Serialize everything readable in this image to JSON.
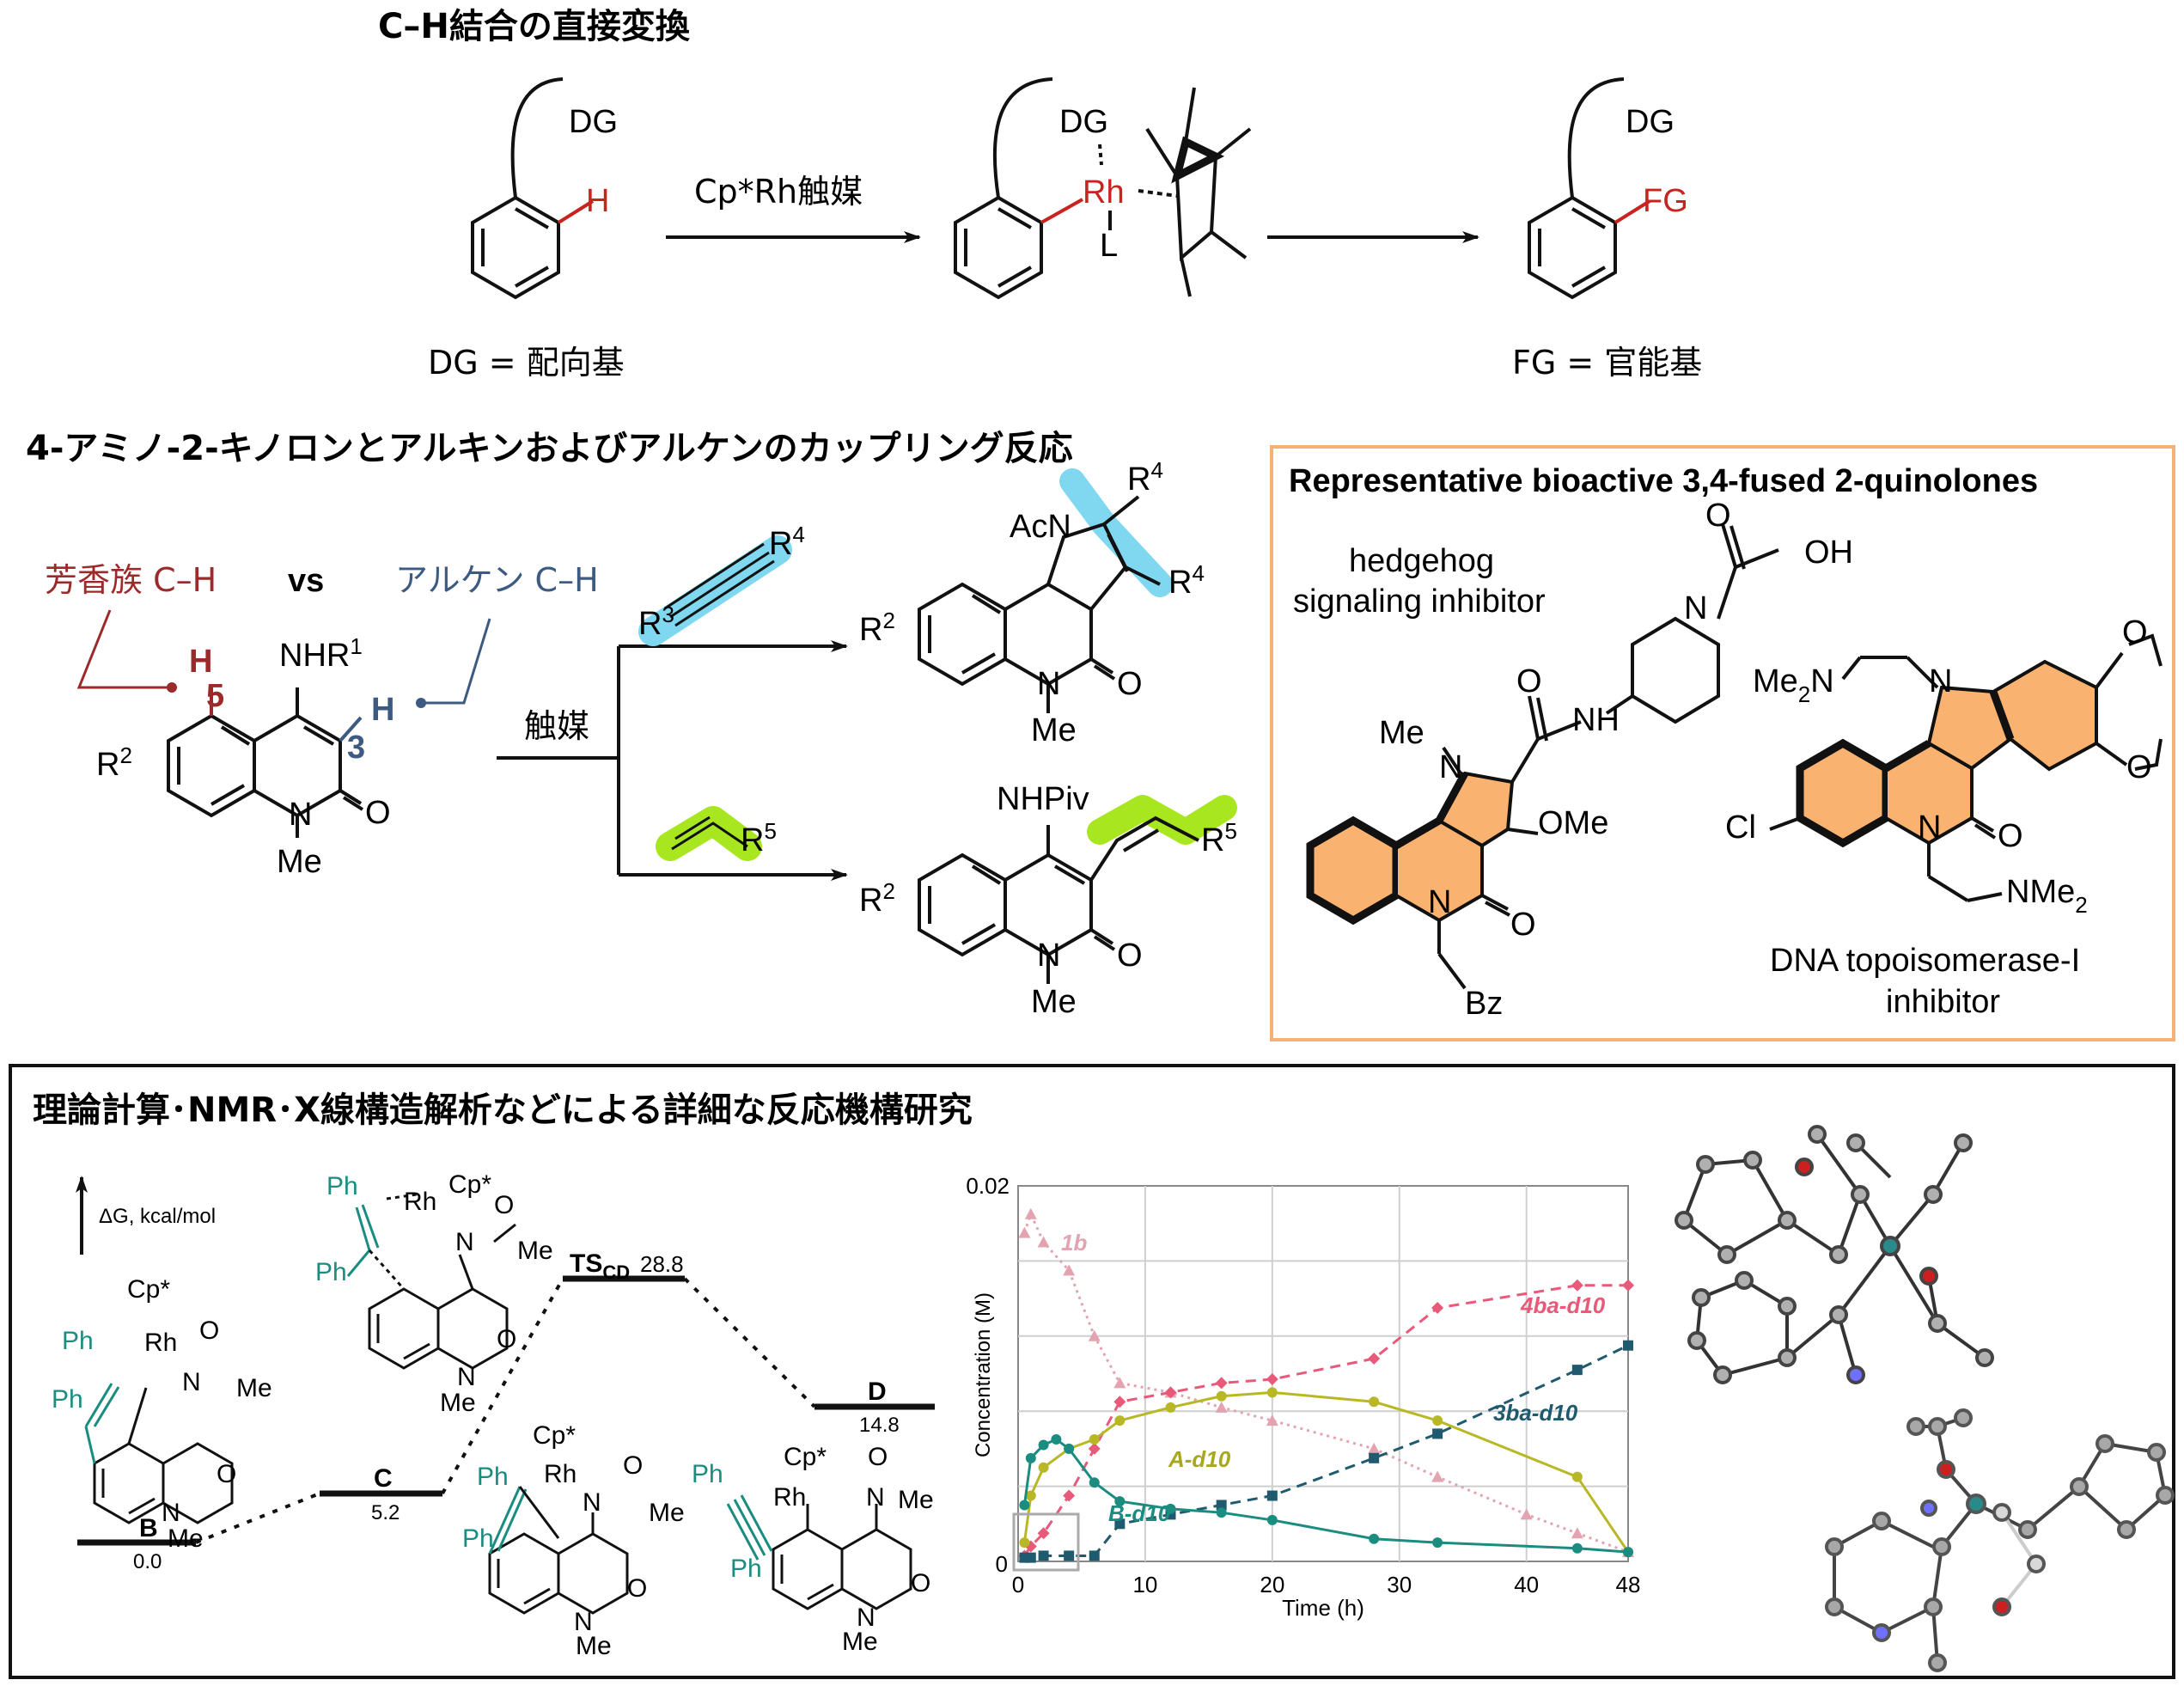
{
  "section1": {
    "title": "C–H結合の直接変換",
    "dg": "DG",
    "h": "H",
    "catalyst": "Cp*Rh触媒",
    "rh": "Rh",
    "l": "L",
    "fg": "FG",
    "dg_def": "DG = 配向基",
    "fg_def": "FG = 官能基"
  },
  "section2": {
    "title": "4-アミノ-2-キノロンとアルキンおよびアルケンのカップリング反応",
    "aromatic_ch": "芳香族 C–H",
    "vs": "vs",
    "alkene_ch": "アルケン C–H",
    "h5": "H",
    "pos5": "5",
    "h3": "H",
    "pos3": "3",
    "nhr": "NHR",
    "nhr_sup": "1",
    "r2": "R",
    "r2_sup": "2",
    "n": "N",
    "o": "O",
    "me": "Me",
    "catalyst": "触媒",
    "r3": "R",
    "r3_sup": "3",
    "r4": "R",
    "r4_sup": "4",
    "r5": "R",
    "r5_sup": "5",
    "acn": "AcN",
    "nhpiv": "NHPiv"
  },
  "bioactive": {
    "title": "Representative bioactive 3,4-fused 2-quinolones",
    "hedgehog_line1": "hedgehog",
    "hedgehog_line2": "signaling inhibitor",
    "oh": "OH",
    "o": "O",
    "nh": "NH",
    "n": "N",
    "me": "Me",
    "ome": "OMe",
    "bz": "Bz",
    "me2n": "Me",
    "me2n_sub": "2",
    "me2n_n": "N",
    "cl": "Cl",
    "nme2": "NMe",
    "nme2_sub": "2",
    "topo_line1": "DNA topoisomerase-I",
    "topo_line2": "inhibitor"
  },
  "section3": {
    "title": "理論計算･NMR･X線構造解析などによる詳細な反応機構研究",
    "dg_axis": "ΔG, kcal/mol",
    "states": [
      {
        "label": "B",
        "energy": "0.0"
      },
      {
        "label": "C",
        "energy": "5.2"
      },
      {
        "label": "TS",
        "sub": "CD",
        "energy": "28.8"
      },
      {
        "label": "D",
        "energy": "14.8"
      }
    ],
    "cp": "Cp*",
    "rh": "Rh",
    "ph": "Ph",
    "n": "N",
    "o": "O",
    "me": "Me"
  },
  "chart_data": {
    "type": "line",
    "xlabel": "Time (h)",
    "ylabel": "Concentration (M)",
    "xlim": [
      0,
      48
    ],
    "ylim": [
      0,
      0.02
    ],
    "x_ticks": [
      "0",
      "10",
      "20",
      "30",
      "40",
      "48"
    ],
    "y_ticks": [
      "0.02"
    ],
    "grid": true,
    "series": [
      {
        "name": "1b",
        "color": "#e3a3b0",
        "style": "dotted",
        "x": [
          0.5,
          1,
          2,
          4,
          6,
          8,
          12,
          16,
          20,
          28,
          33,
          40,
          44,
          48
        ],
        "y": [
          0.0175,
          0.0185,
          0.017,
          0.0155,
          0.012,
          0.0095,
          0.009,
          0.0082,
          0.0075,
          0.006,
          0.0045,
          0.0025,
          0.0015,
          0.0005
        ]
      },
      {
        "name": "4ba-d10",
        "color": "#e8597a",
        "style": "dashed",
        "x": [
          0.5,
          1,
          2,
          4,
          6,
          8,
          12,
          16,
          20,
          28,
          33,
          44,
          48
        ],
        "y": [
          0.0003,
          0.0008,
          0.0015,
          0.0035,
          0.006,
          0.0085,
          0.009,
          0.0095,
          0.0097,
          0.0108,
          0.0135,
          0.0147,
          0.0147
        ]
      },
      {
        "name": "3ba-d10",
        "color": "#1f5a6e",
        "style": "dashed",
        "x": [
          0.5,
          1,
          2,
          4,
          6,
          8,
          12,
          16,
          20,
          28,
          33,
          44,
          48
        ],
        "y": [
          0.0002,
          0.0002,
          0.0003,
          0.0003,
          0.0003,
          0.002,
          0.0025,
          0.003,
          0.0035,
          0.0055,
          0.0068,
          0.0102,
          0.0115
        ]
      },
      {
        "name": "A-d10",
        "color": "#b8b826",
        "style": "solid",
        "x": [
          0.5,
          1,
          2,
          4,
          6,
          8,
          12,
          16,
          20,
          28,
          33,
          44,
          48
        ],
        "y": [
          0.001,
          0.0035,
          0.005,
          0.006,
          0.0065,
          0.0075,
          0.0082,
          0.0088,
          0.009,
          0.0085,
          0.0075,
          0.0045,
          0.0005
        ]
      },
      {
        "name": "B-d10",
        "color": "#1a8c80",
        "style": "solid",
        "x": [
          0.5,
          1,
          2,
          3,
          4,
          6,
          8,
          12,
          16,
          20,
          28,
          33,
          44,
          48
        ],
        "y": [
          0.003,
          0.0055,
          0.0062,
          0.0065,
          0.006,
          0.0042,
          0.0032,
          0.0028,
          0.0026,
          0.0022,
          0.0012,
          0.001,
          0.0007,
          0.0005
        ]
      }
    ]
  }
}
